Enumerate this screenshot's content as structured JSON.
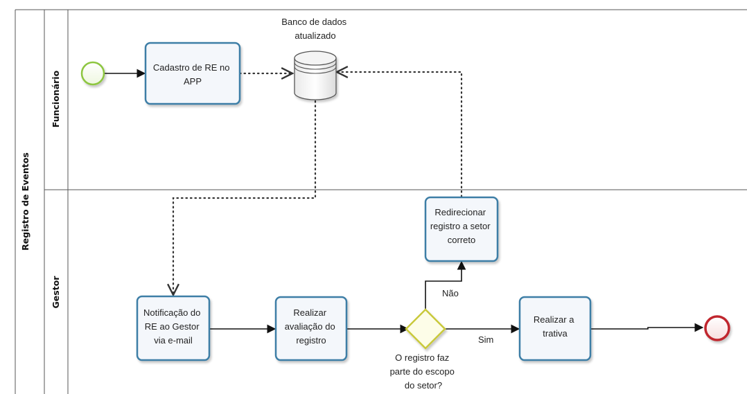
{
  "pool": {
    "label": "Registro de Eventos"
  },
  "lanes": [
    {
      "label": "Funcionário"
    },
    {
      "label": "Gestor"
    }
  ],
  "tasks": {
    "cadastro": {
      "lines": [
        "Cadastro  de RE no",
        "APP"
      ]
    },
    "notificacao": {
      "lines": [
        "Notificação do",
        "RE ao Gestor",
        "via e-mail"
      ]
    },
    "avaliacao": {
      "lines": [
        "Realizar",
        "avaliação do",
        "registro"
      ]
    },
    "redirecionar": {
      "lines": [
        "Redirecionar",
        "registro a setor",
        "correto"
      ]
    },
    "trativa": {
      "lines": [
        "Realizar a",
        "trativa"
      ]
    }
  },
  "data_store": {
    "lines": [
      "Banco de dados",
      "atualizado"
    ]
  },
  "gateway": {
    "lines": [
      "O registro faz",
      "parte do escopo",
      "do setor?"
    ]
  },
  "flow_labels": {
    "nao": "Não",
    "sim": "Sim"
  },
  "colors": {
    "task_border": "#3d7ea6",
    "task_fill": "#f4f7fb",
    "start_event": "#8dc63f",
    "end_event": "#c0272d",
    "gateway_border": "#c9c93a",
    "gateway_fill": "#fdfde8",
    "lane_line": "#555555"
  }
}
